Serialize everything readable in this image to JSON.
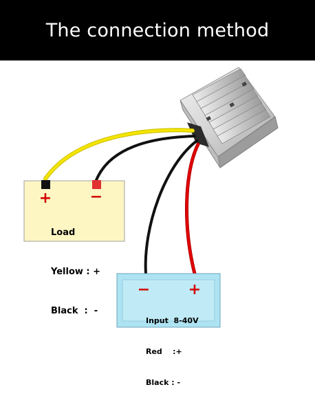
{
  "header": {
    "title": "The connection method"
  },
  "load": {
    "plus": "+",
    "minus": "−",
    "title": "Load",
    "yellow": "Yellow : +",
    "black": "Black  :  -"
  },
  "input": {
    "minus": "−",
    "plus": "+",
    "voltage": "Input  8-40V",
    "red": "Red    :+",
    "black": "Black : -"
  },
  "colors": {
    "header_bg": "#000000",
    "load_fill": "#fdf6c3",
    "battery_fill": "#aee3f3",
    "wire_yellow": "#f4e500",
    "wire_red": "#e10000",
    "wire_black": "#111111",
    "terminal_red": "#e03030"
  }
}
